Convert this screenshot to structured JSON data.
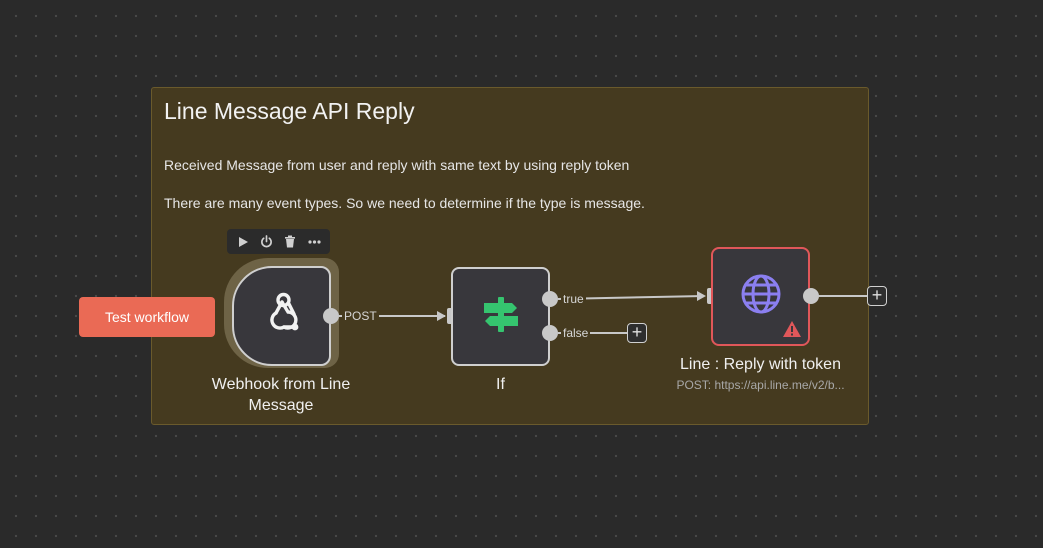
{
  "sticky": {
    "title": "Line Message API Reply",
    "line1": "Received Message from user and reply with same text by using reply token",
    "line2": "There are many event types. So we need to determine if the type is message."
  },
  "toolbar": {
    "icons": [
      "play-icon",
      "power-icon",
      "trash-icon",
      "more-icon"
    ]
  },
  "nodes": {
    "webhook": {
      "label_line1": "Webhook from Line",
      "label_line2": "Message",
      "icon": "webhook-icon"
    },
    "if": {
      "label": "If",
      "icon": "signpost-icon"
    },
    "line": {
      "label": "Line : Reply with token",
      "sublabel": "POST: https://api.line.me/v2/b...",
      "icon": "globe-icon",
      "status": "warning-icon"
    }
  },
  "connections": {
    "post": "POST",
    "true": "true",
    "false": "false"
  },
  "test_button": {
    "label": "Test workflow"
  },
  "colors": {
    "canvas": "#2a2a2a",
    "sticky": "#453a1f",
    "test_button": "#ea6a55",
    "if_icon": "#35c46f",
    "globe_icon": "#8b7ff0",
    "warning": "#e0575a"
  }
}
